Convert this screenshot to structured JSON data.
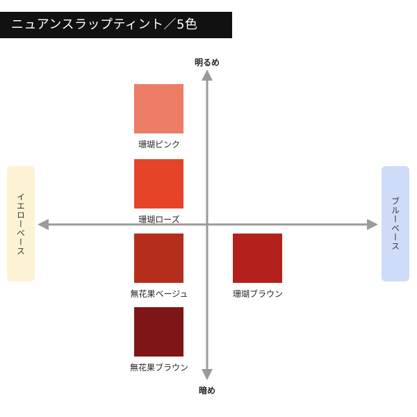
{
  "title": "ニュアンスラップティント／5色",
  "axes": {
    "top": "明るめ",
    "bottom": "暗め",
    "left": "イエローベース",
    "right": "ブルーベース"
  },
  "colors": {
    "axis": "#9a9a9a",
    "yellow_base_bg": "#fdf3d4",
    "blue_base_bg": "#cfdcf7"
  },
  "swatches": [
    {
      "label": "珊瑚ピンク",
      "color": "#ec7c66"
    },
    {
      "label": "珊瑚ローズ",
      "color": "#e64429"
    },
    {
      "label": "無花果ベージュ",
      "color": "#b52e1b"
    },
    {
      "label": "無花果ブラウン",
      "color": "#7e1616"
    },
    {
      "label": "珊瑚ブラウン",
      "color": "#b4211c"
    }
  ]
}
